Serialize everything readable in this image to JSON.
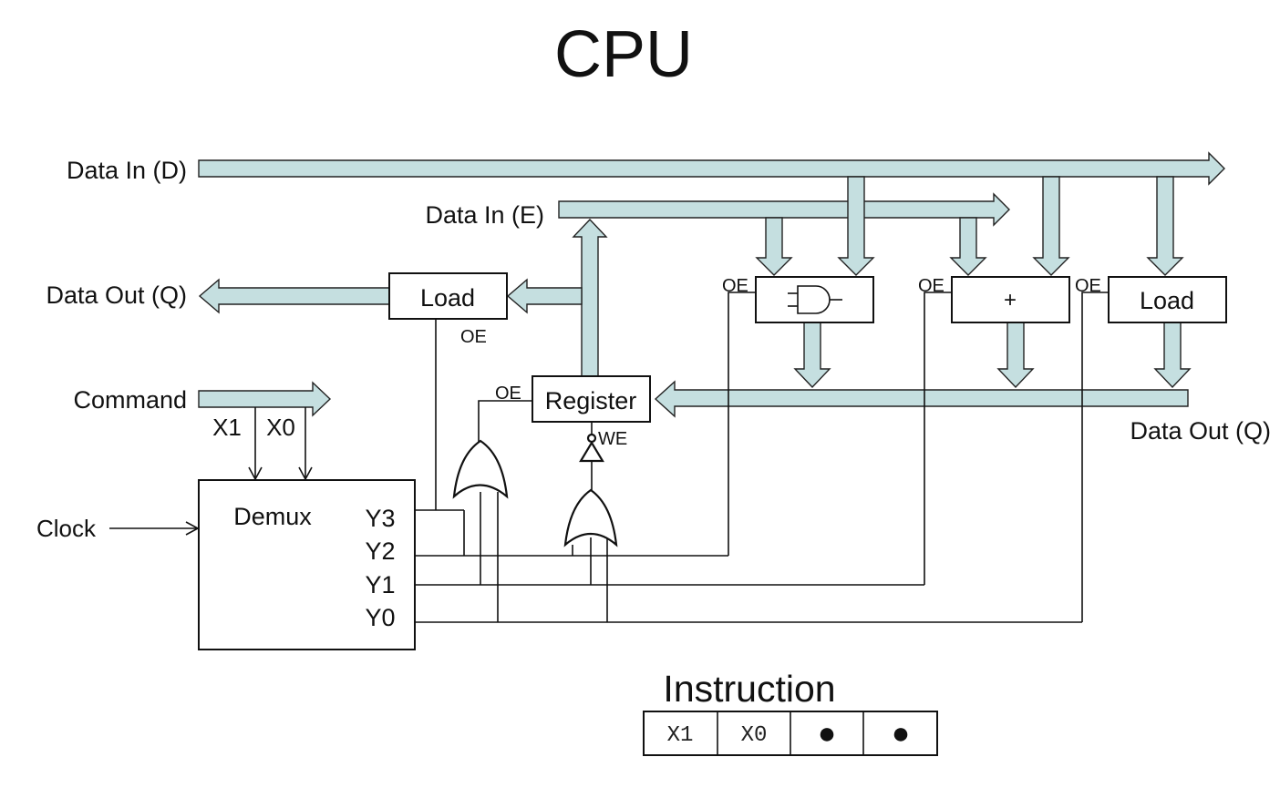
{
  "title": "CPU",
  "colors": {
    "bus_fill": "#c5dfe0",
    "line": "#111111",
    "background": "#ffffff"
  },
  "buses": {
    "data_in_d": "Data In (D)",
    "data_in_e": "Data In (E)",
    "data_out_q_left": "Data Out (Q)",
    "data_out_q_right": "Data Out (Q)",
    "command": "Command"
  },
  "command_bits": {
    "x1": "X1",
    "x0": "X0"
  },
  "clock": "Clock",
  "demux": {
    "label": "Demux",
    "outputs": [
      "Y3",
      "Y2",
      "Y1",
      "Y0"
    ]
  },
  "blocks": {
    "load_left": {
      "label": "Load",
      "oe": "OE"
    },
    "register": {
      "label": "Register",
      "oe": "OE",
      "we": "WE"
    },
    "and_unit": {
      "oe": "OE",
      "icon": "and-gate-icon"
    },
    "adder": {
      "label": "+",
      "oe": "OE"
    },
    "load_right": {
      "label": "Load",
      "oe": "OE"
    }
  },
  "instruction": {
    "title": "Instruction",
    "cells": [
      "X1",
      "X0",
      "●",
      "●"
    ]
  }
}
